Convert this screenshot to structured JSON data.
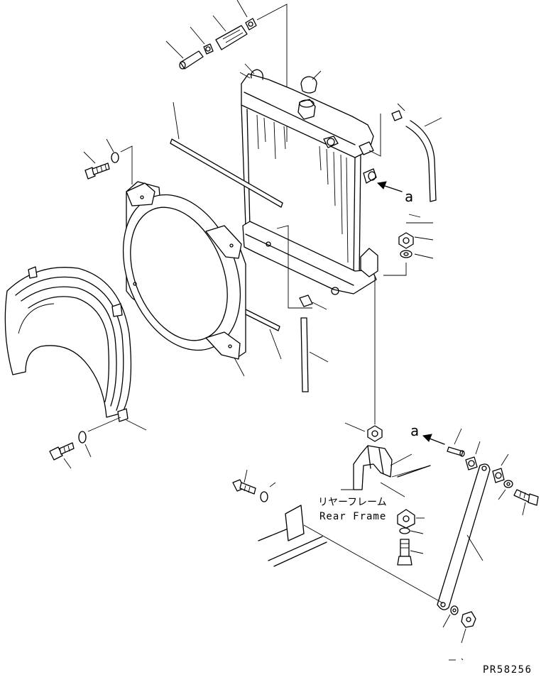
{
  "labels": {
    "ref_a_upper": "a",
    "ref_a_lower": "a",
    "rear_frame_jp": "リヤーフレーム",
    "rear_frame_en": "Rear Frame",
    "drawing_code": "PR58256"
  },
  "colors": {
    "line": "#000000",
    "background": "#ffffff"
  }
}
